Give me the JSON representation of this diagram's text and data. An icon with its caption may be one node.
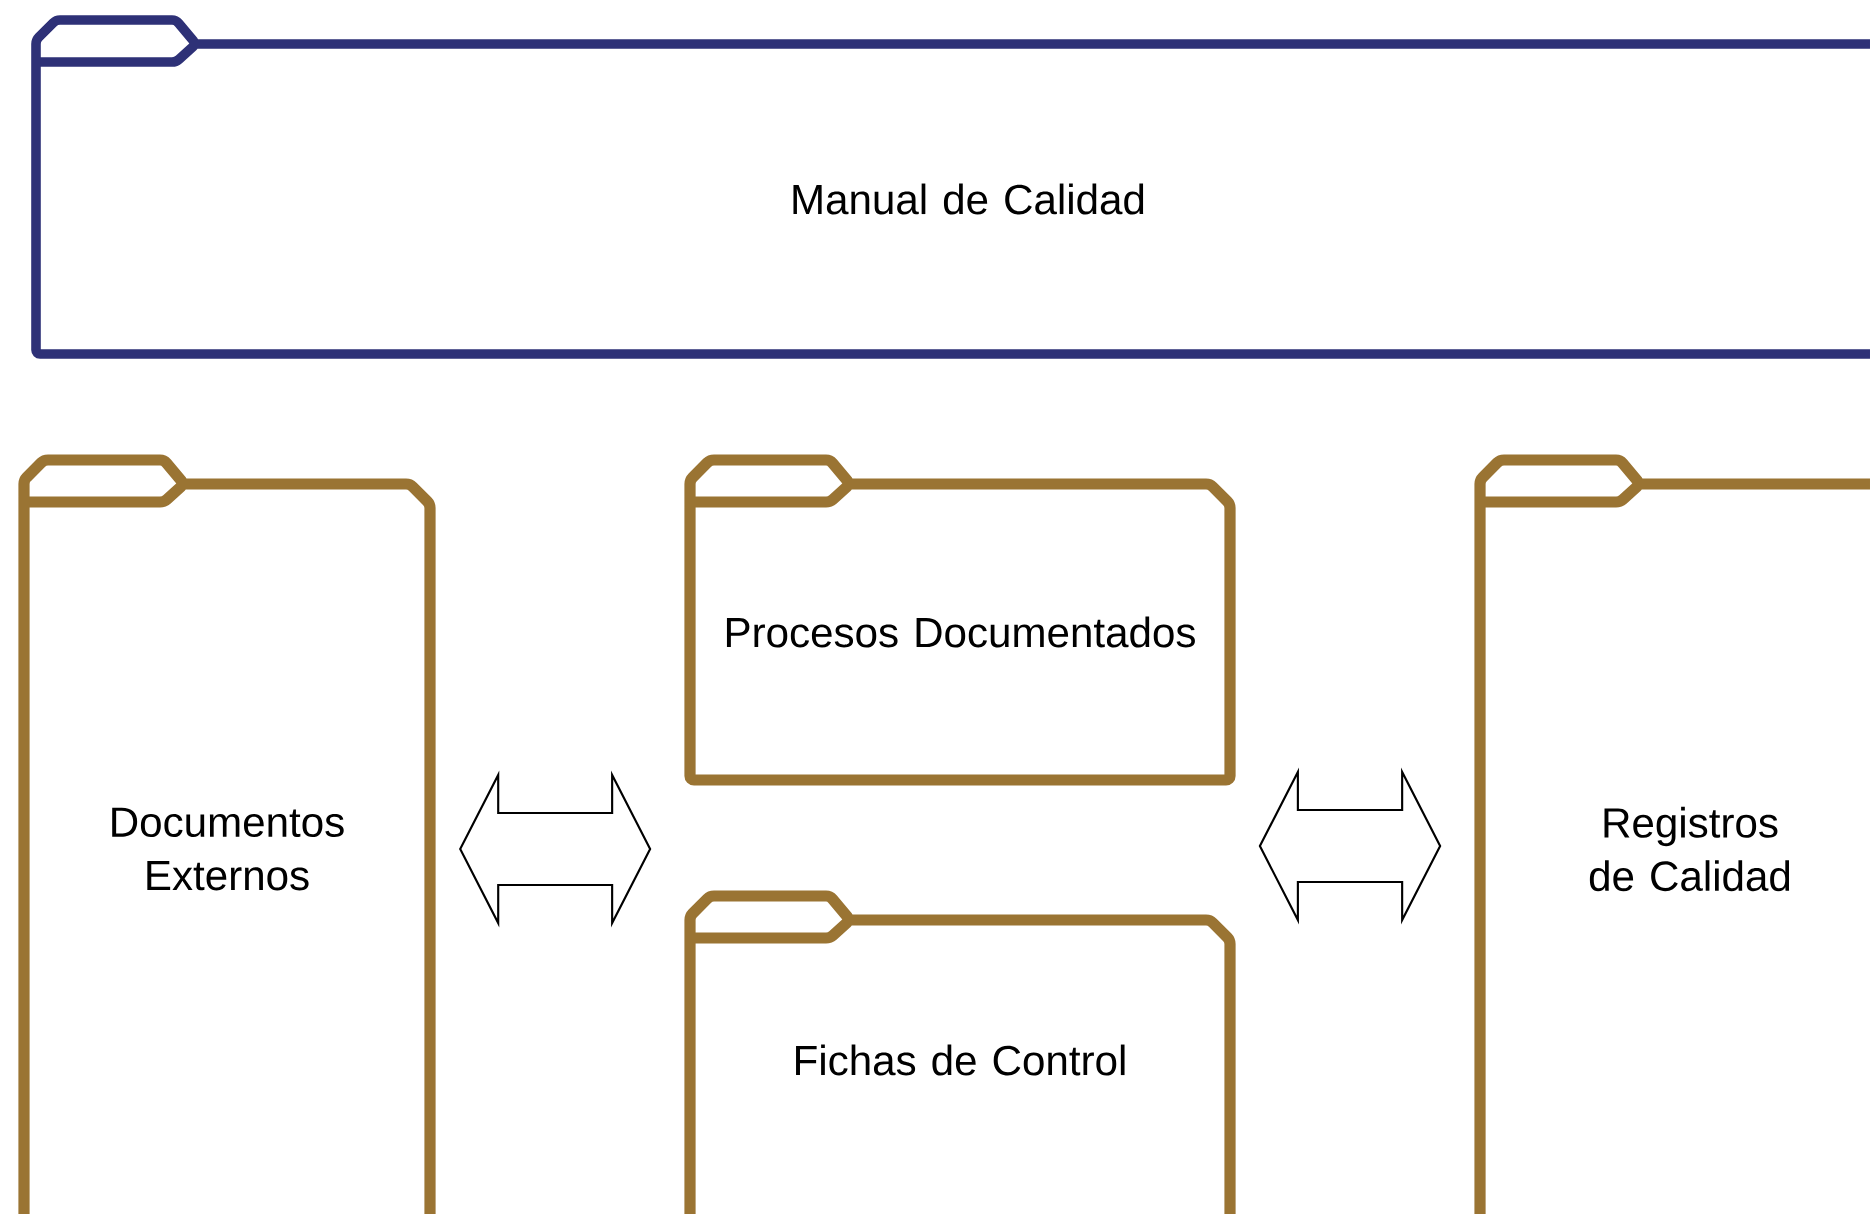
{
  "diagram": {
    "nodes": [
      {
        "text": [
          "Manual de Calidad"
        ]
      },
      {
        "text": [
          "Documentos Externos"
        ]
      },
      {
        "text": [
          "Procesos Documentados"
        ]
      },
      {
        "text": [
          "Fichas de Control"
        ]
      },
      {
        "text": [
          "Registros de Calidad"
        ]
      }
    ],
    "edges": [
      {
        "from": 1,
        "to": 2,
        "arrow": "both"
      },
      {
        "from": 2,
        "to": 4,
        "arrow": "both"
      }
    ]
  }
}
